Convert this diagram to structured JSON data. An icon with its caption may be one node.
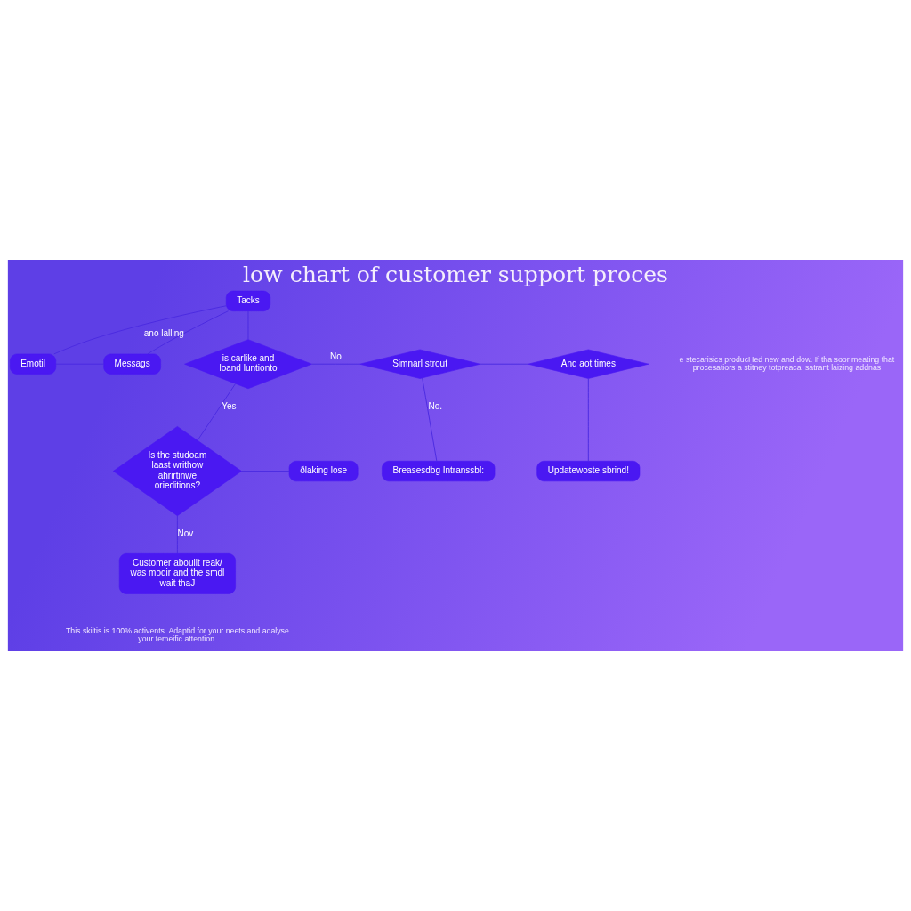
{
  "diagram": {
    "title": "low chart of customer support proces",
    "nodes": [
      {
        "text": [
          "Tacks"
        ]
      },
      {
        "text": [
          "Emotil"
        ]
      },
      {
        "text": [
          "Messags"
        ]
      },
      {
        "text": [
          "is carlike and loand luntionto"
        ],
        "beside": [
          "ano lalling"
        ]
      },
      {
        "text": [
          "Is the studoam laast writhow ahrirtinwe orieditions?"
        ]
      },
      {
        "text": [
          "ðlaking lose"
        ]
      },
      {
        "text": [
          "Simnarl strout"
        ]
      },
      {
        "text": [
          "And aot times"
        ]
      },
      {
        "text": [
          "Breasesdbg Intranssbl:"
        ]
      },
      {
        "text": [
          "Updatewoste sbrind!"
        ]
      },
      {
        "text": [
          "Customer aboulit reak/ was modir and the smdl wait thaJ"
        ]
      }
    ],
    "edges": [
      {
        "from": 0,
        "to": 1,
        "arrow": "none"
      },
      {
        "from": 0,
        "to": 2,
        "arrow": "none"
      },
      {
        "from": 1,
        "to": 2,
        "arrow": "none"
      },
      {
        "from": 0,
        "to": 3,
        "arrow": "none"
      },
      {
        "from": 3,
        "to": 4,
        "arrow": "none",
        "label": "Yes"
      },
      {
        "from": 3,
        "to": 6,
        "arrow": "none",
        "label": "No"
      },
      {
        "from": 6,
        "to": 7,
        "arrow": "none"
      },
      {
        "from": 4,
        "to": 5,
        "arrow": "none"
      },
      {
        "from": 4,
        "to": 10,
        "arrow": "none",
        "label": "Nov"
      },
      {
        "from": 6,
        "to": 8,
        "arrow": "none",
        "label": "No."
      },
      {
        "from": 7,
        "to": 9,
        "arrow": "none"
      }
    ],
    "labels": [
      "e stecarisics producHed new and dow. If tha soor meating that procesatiors a stitney totpreacal satrant laizing addnas",
      "This skiltis is 100% activents. Adaptid for your neets and aqalyse your temeific attention."
    ]
  }
}
